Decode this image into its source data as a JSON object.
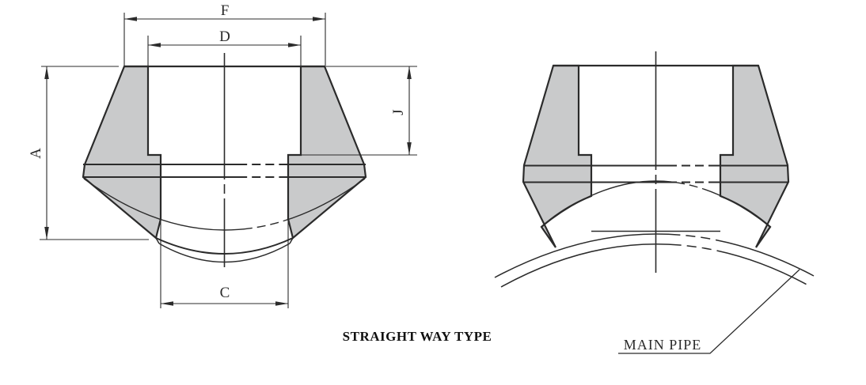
{
  "drawing": {
    "type": "technical-drawing",
    "subject": "branch outlet fitting (straight way type) on main pipe",
    "views": [
      "front-section-view",
      "side-view-on-pipe"
    ]
  },
  "labels": {
    "F": "F",
    "D": "D",
    "A": "A",
    "J": "J",
    "C": "C",
    "caption": "STRAIGHT WAY TYPE",
    "main_pipe": "MAIN PIPE"
  },
  "colors": {
    "line": "#2b2b2b",
    "fill": "#c9cacb",
    "background": "#ffffff"
  }
}
